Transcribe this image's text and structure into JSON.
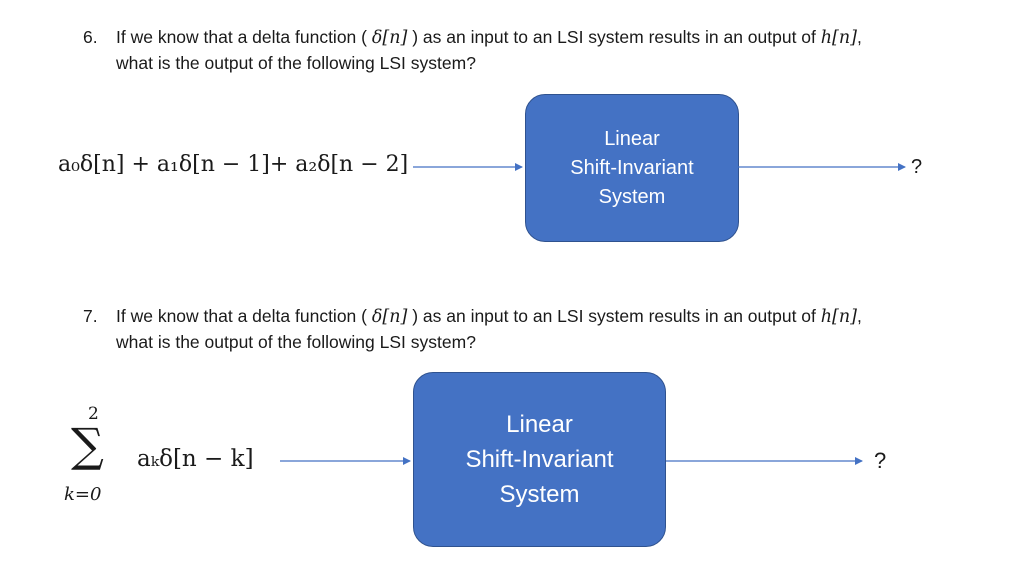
{
  "question6": {
    "number": "6.",
    "text_before": "If we know that a delta function (",
    "delta_input": "δ[n]",
    "text_middle": ") as an input to an LSI system results in an output of",
    "impulse_response": "h[n]",
    "text_end": ",",
    "line2": "what is the output of the following LSI system?",
    "input_expression": "a₀δ[n] + a₁δ[n − 1]+ a₂δ[n − 2]",
    "box_lines": [
      "Linear",
      "Shift-Invariant",
      "System"
    ],
    "output": "?"
  },
  "question7": {
    "number": "7.",
    "text_before": "If we know that a delta function (",
    "delta_input": "δ[n]",
    "text_middle": ") as an input to an LSI system results in an output of",
    "impulse_response": "h[n]",
    "text_end": ",",
    "line2": "what is the output of the following LSI system?",
    "sum_upper": "2",
    "sum_symbol": "∑",
    "sum_lower": "k=0",
    "sum_term": "aₖδ[n − k]",
    "box_lines": [
      "Linear",
      "Shift-Invariant",
      "System"
    ],
    "output": "?"
  },
  "colors": {
    "box_fill": "#4472c4",
    "box_border": "#2f528f",
    "arrow": "#4472c4",
    "text": "#1a1a1a"
  }
}
